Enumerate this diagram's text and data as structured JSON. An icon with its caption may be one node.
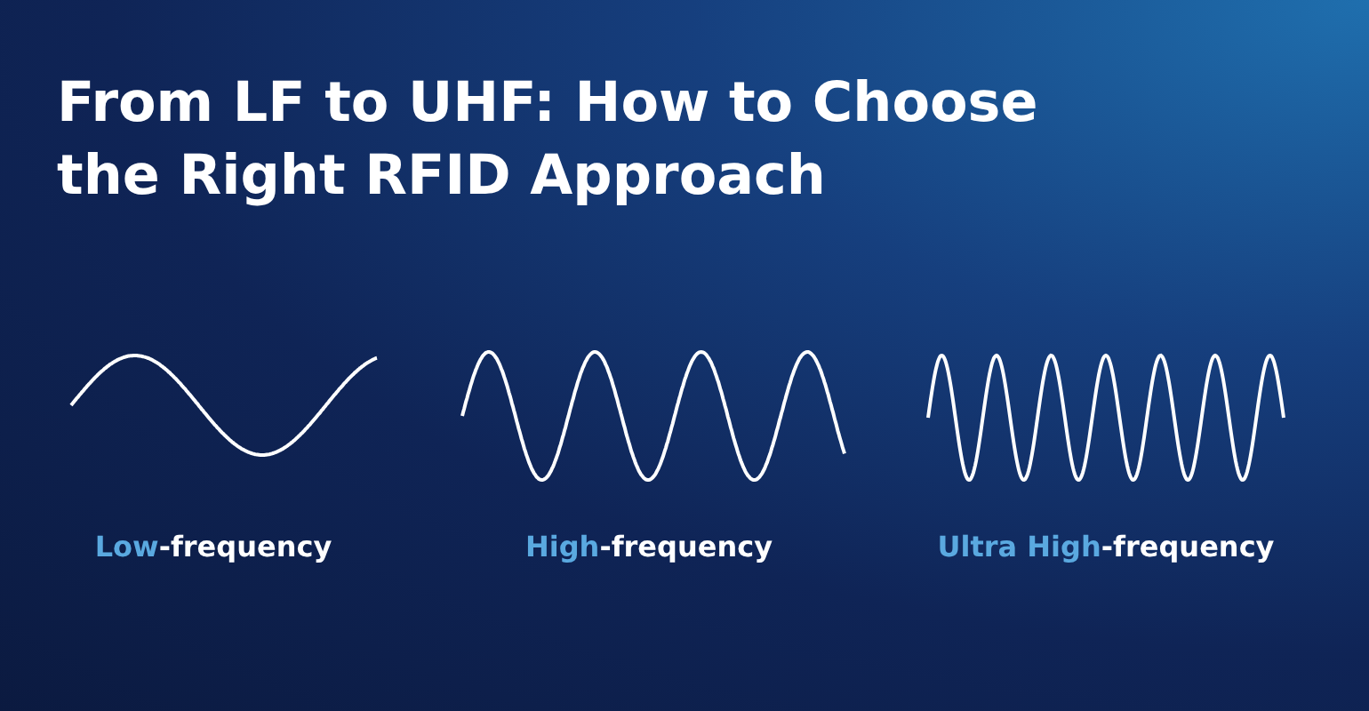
{
  "diagram": {
    "title": "From LF to UHF: How to Choose the Right RFID Approach",
    "labels": [
      "**Low**-frequency",
      "**High**-frequency",
      "**Ultra High**-frequency"
    ]
  }
}
